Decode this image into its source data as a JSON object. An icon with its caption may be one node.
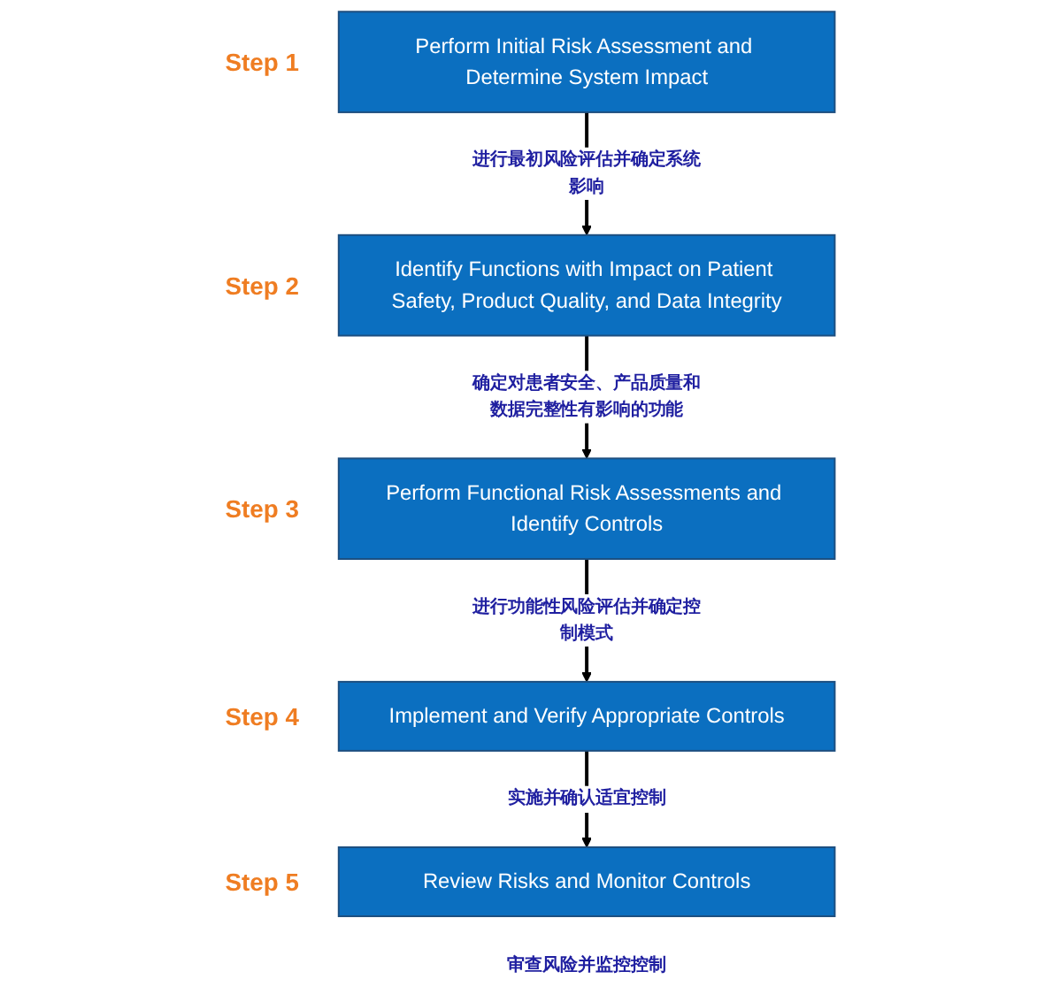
{
  "diagram": {
    "nodes": [
      {
        "text": [
          "Perform Initial Risk Assessment and Determine System Impact"
        ],
        "beside": [
          "Step 1"
        ]
      },
      {
        "text": [
          "Identify Functions with Impact on Patient Safety, Product Quality, and Data Integrity"
        ],
        "beside": [
          "Step 2"
        ]
      },
      {
        "text": [
          "Perform Functional Risk Assessments and Identify Controls"
        ],
        "beside": [
          "Step 3"
        ]
      },
      {
        "text": [
          "Implement and Verify Appropriate Controls"
        ],
        "beside": [
          "Step 4"
        ]
      },
      {
        "text": [
          "Review Risks and Monitor Controls"
        ],
        "beside": [
          "Step 5",
          "审查风险并监控控制"
        ]
      }
    ],
    "edges": [
      {
        "from": 0,
        "to": 1,
        "arrow": "to",
        "label": "进行最初风险评估并确定系统影响"
      },
      {
        "from": 1,
        "to": 2,
        "arrow": "to",
        "label": "确定对患者安全、产品质量和数据完整性有影响的功能"
      },
      {
        "from": 2,
        "to": 3,
        "arrow": "to",
        "label": "进行功能性风险评估并确定控制模式"
      },
      {
        "from": 3,
        "to": 4,
        "arrow": "to",
        "label": "实施并确认适宜控制"
      }
    ]
  }
}
